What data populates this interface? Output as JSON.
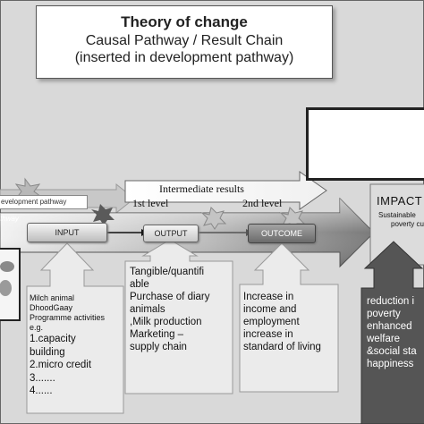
{
  "title": {
    "line1": "Theory of change",
    "line2": "Causal Pathway / Result Chain",
    "line3": "(inserted in development pathway)"
  },
  "development_pathway_label": "evelopment pathway",
  "pathway_label": "thway",
  "intermediate_results": "Intermediate results",
  "level1": "1st level",
  "level2": "2nd level",
  "nodes": {
    "input": "INPUT",
    "output": "OUTPUT",
    "outcome": "OUTCOME"
  },
  "impact": {
    "title": "IMPACT",
    "subtitle_line1": "Sustainable",
    "subtitle_line2": "poverty cu"
  },
  "callouts": {
    "input_head": "Milch animal\nDhoodGaay\nProgramme activities\ne.g.",
    "input_list": "1.capacity\nbuilding\n2.micro credit\n3.......\n4......",
    "output": "Tangible/quantifi\nable\nPurchase of diary\nanimals\n,Milk production\nMarketing –\nsupply chain",
    "outcome": "Increase in\nincome and\nemployment\nincrease in\nstandard of living",
    "impact": "reduction i\npoverty\nenhanced\nwelfare\n&social sta\nhappiness"
  },
  "colors": {
    "background": "#d9d9d9",
    "arrow_light": "#e8e8e8",
    "arrow_dark": "#8a8a8a",
    "callout_fill": "#e9e9e9",
    "impact_callout_fill": "#555555"
  }
}
